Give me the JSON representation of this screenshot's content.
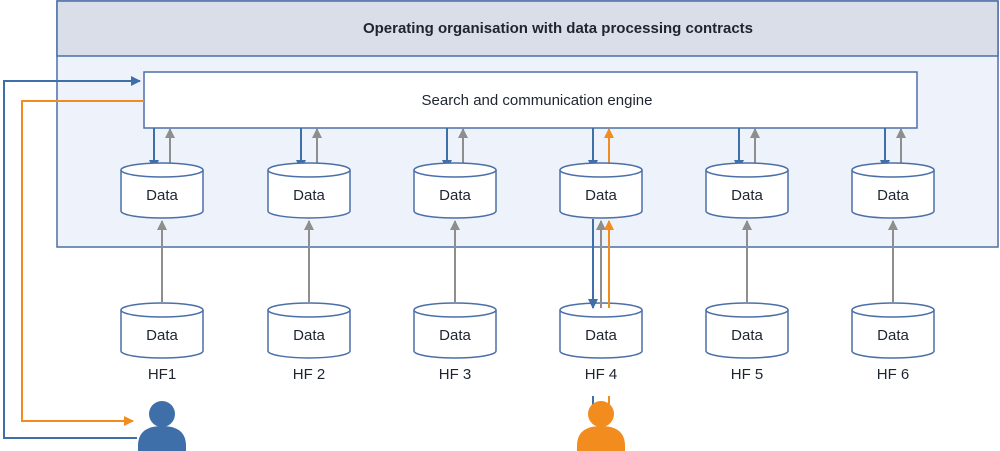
{
  "title": "Operating organisation with data processing contracts",
  "engine": "Search and communication engine",
  "data_label": "Data",
  "hf_labels": [
    "HF1",
    "HF 2",
    "HF 3",
    "HF 4",
    "HF 5",
    "HF 6"
  ],
  "colors": {
    "blue": "#3f6fa8",
    "orange": "#f28c1e",
    "gray": "#8e8e8e",
    "header_fill": "#d9dee9",
    "body_fill": "#eef2fa",
    "box_border": "#4b6fa7"
  },
  "icons": [
    "person-icon-blue",
    "person-icon-orange"
  ]
}
